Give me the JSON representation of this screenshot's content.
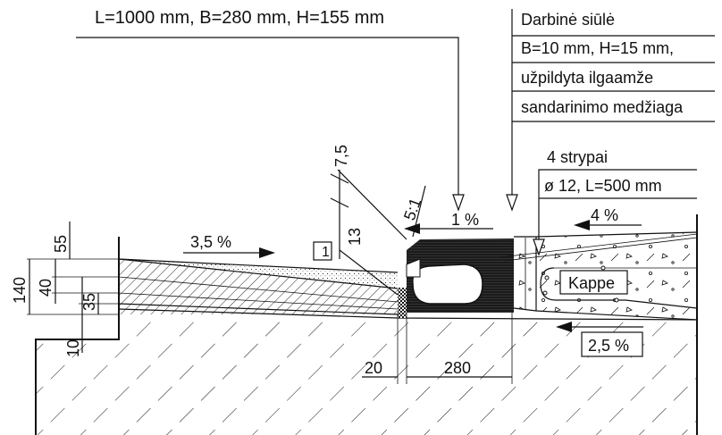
{
  "labels": {
    "top_dims": "L=1000 mm, B=280 mm, H=155 mm",
    "joint_title": "Darbinė siūlė",
    "joint_line2": "B=10 mm, H=15 mm,",
    "joint_line3": "užpildyta ilgaamže",
    "joint_line4": "sandarinimo medžiaga",
    "bars_line1": "4 strypai",
    "bars_line2": "ø 12, L=500 mm",
    "slope_left": "3,5 %",
    "slope_mid": "1 %",
    "slope_right": "4 %",
    "slope_bottom": "2,5 %",
    "kappe": "Kappe",
    "ratio": "5:1",
    "dim_7_5": "7,5",
    "dim_13": "13",
    "marker_1": "1",
    "dim_55": "55",
    "dim_140": "140",
    "dim_40": "40",
    "dim_35": "35",
    "dim_10": "10",
    "dim_20": "20",
    "dim_280": "280"
  }
}
